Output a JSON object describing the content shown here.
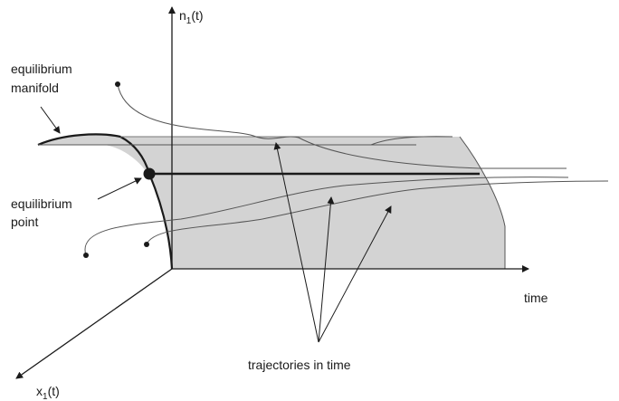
{
  "axes": {
    "y_label_main": "n",
    "y_label_sub": "1",
    "y_label_arg": "(t)",
    "x_label_main": "x",
    "x_label_sub": "1",
    "x_label_arg": "(t)",
    "time_label": "time"
  },
  "annotations": {
    "manifold_line1": "equilibrium",
    "manifold_line2": "manifold",
    "point_line1": "equilibrium",
    "point_line2": "point",
    "trajectories": "trajectories in time"
  },
  "colors": {
    "surface_fill": "#d3d3d3",
    "ink": "#1a1a1a",
    "trajectory": "#555555",
    "background": "#ffffff"
  }
}
